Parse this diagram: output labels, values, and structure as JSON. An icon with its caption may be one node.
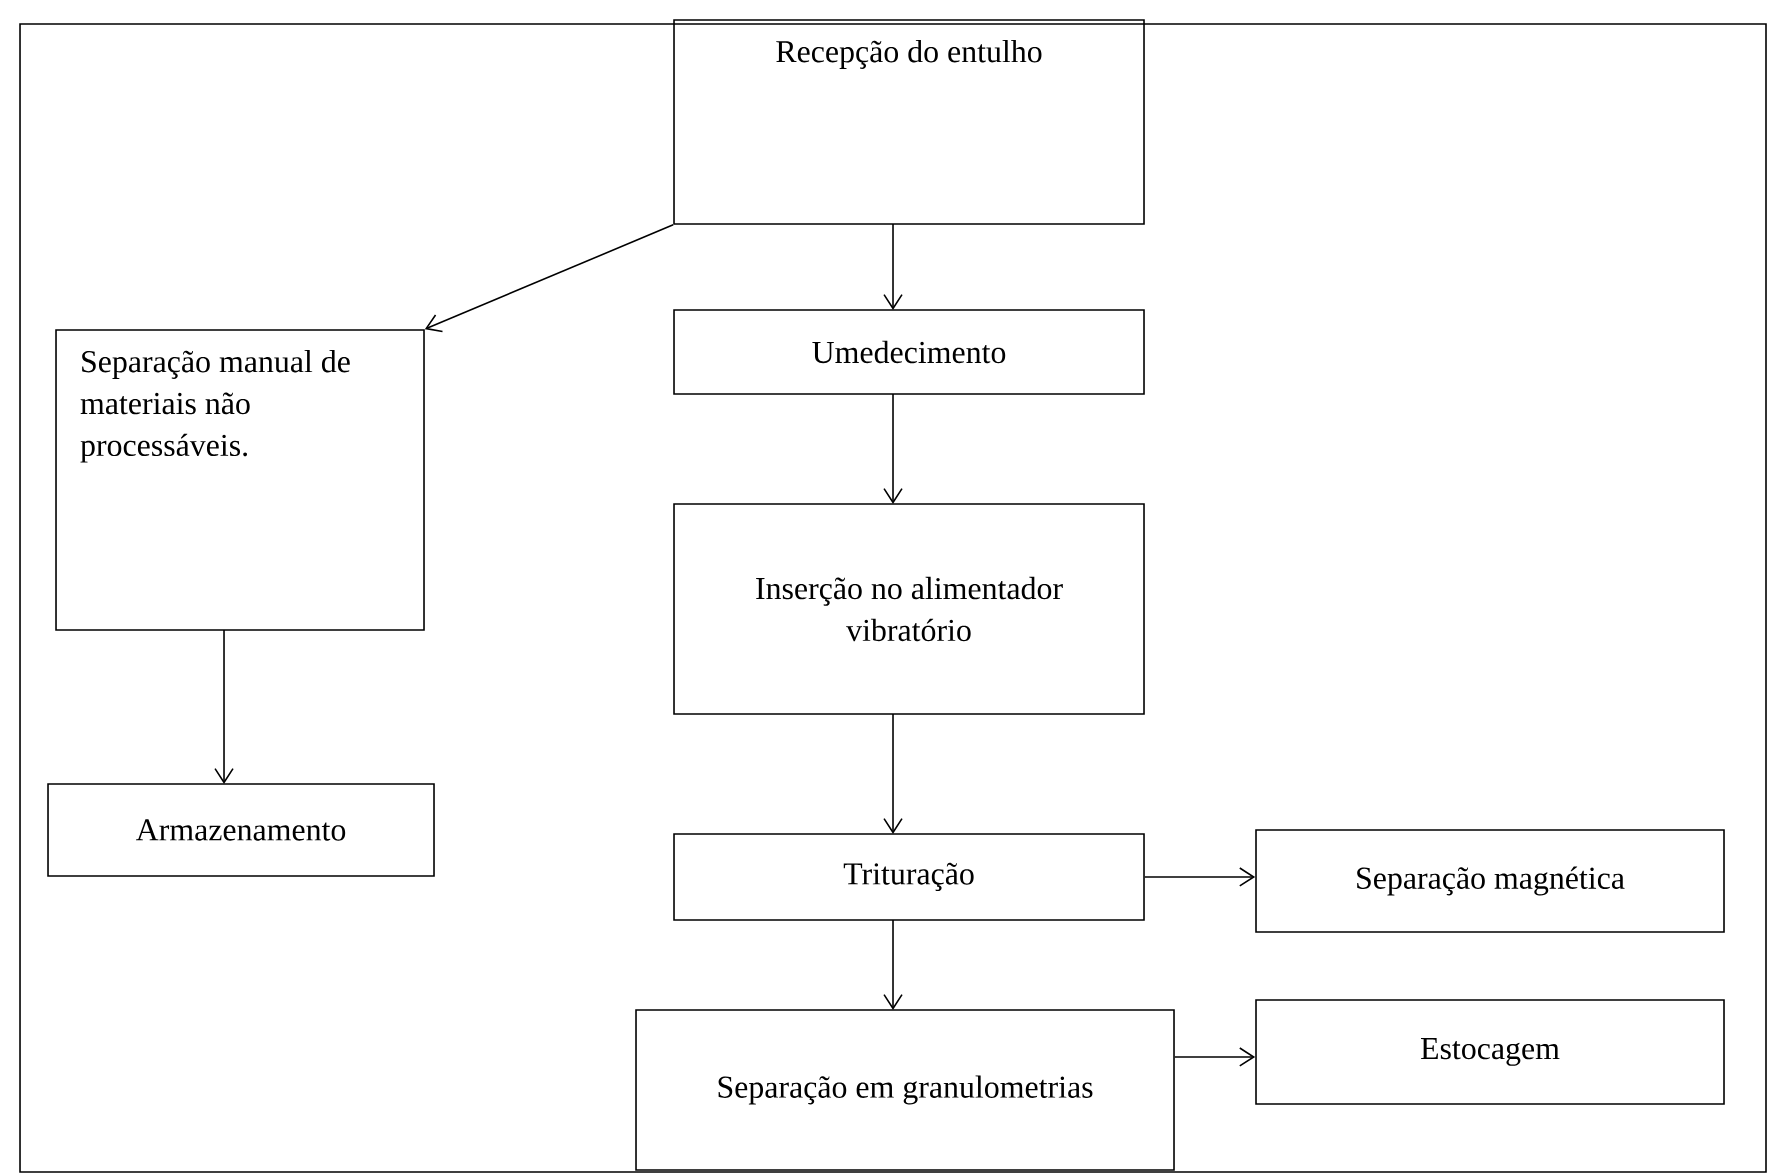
{
  "diagram": {
    "nodes": [
      {
        "text": [
          "Recepção do entulho"
        ]
      },
      {
        "text": [
          "Umedecimento"
        ]
      },
      {
        "text": [
          "Separação manual de materiais não processáveis."
        ]
      },
      {
        "text": [
          "Inserção no alimentador vibratório"
        ]
      },
      {
        "text": [
          "Armazenamento"
        ]
      },
      {
        "text": [
          "Trituração"
        ]
      },
      {
        "text": [
          "Separação magnética"
        ]
      },
      {
        "text": [
          "Separação em granulometrias"
        ]
      },
      {
        "text": [
          "Estocagem"
        ]
      }
    ],
    "edges": [
      {
        "from": 0,
        "to": 1,
        "arrow": "to"
      },
      {
        "from": 0,
        "to": 2,
        "arrow": "to"
      },
      {
        "from": 1,
        "to": 3,
        "arrow": "to"
      },
      {
        "from": 2,
        "to": 4,
        "arrow": "to"
      },
      {
        "from": 3,
        "to": 5,
        "arrow": "to"
      },
      {
        "from": 5,
        "to": 6,
        "arrow": "to"
      },
      {
        "from": 5,
        "to": 7,
        "arrow": "to"
      },
      {
        "from": 7,
        "to": 8,
        "arrow": "to"
      }
    ]
  }
}
